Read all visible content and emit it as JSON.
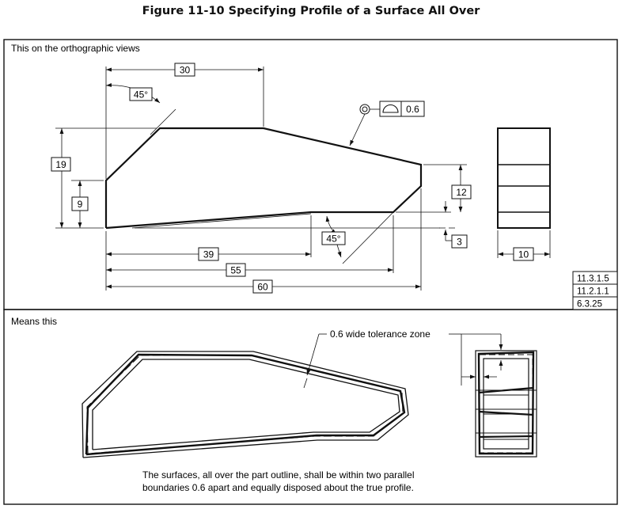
{
  "title": "Figure 11-10 Specifying Profile of a Surface All Over",
  "top_panel": {
    "label": "This on the orthographic views",
    "dim_30": "30",
    "angle_top": "45°",
    "dim_19": "19",
    "dim_9": "9",
    "fcf_tolerance": "0.6",
    "dim_12": "12",
    "angle_bottom": "45°",
    "dim_3": "3",
    "dim_39": "39",
    "dim_55": "55",
    "dim_60": "60",
    "dim_10": "10",
    "references": [
      "11.3.1.5",
      "11.2.1.1",
      "6.3.25"
    ]
  },
  "bottom_panel": {
    "label": "Means this",
    "zone_label": "0.6 wide tolerance zone",
    "caption_line1": "The surfaces, all over the part outline, shall be within two parallel",
    "caption_line2": "boundaries 0.6 apart and equally disposed about the true profile."
  }
}
